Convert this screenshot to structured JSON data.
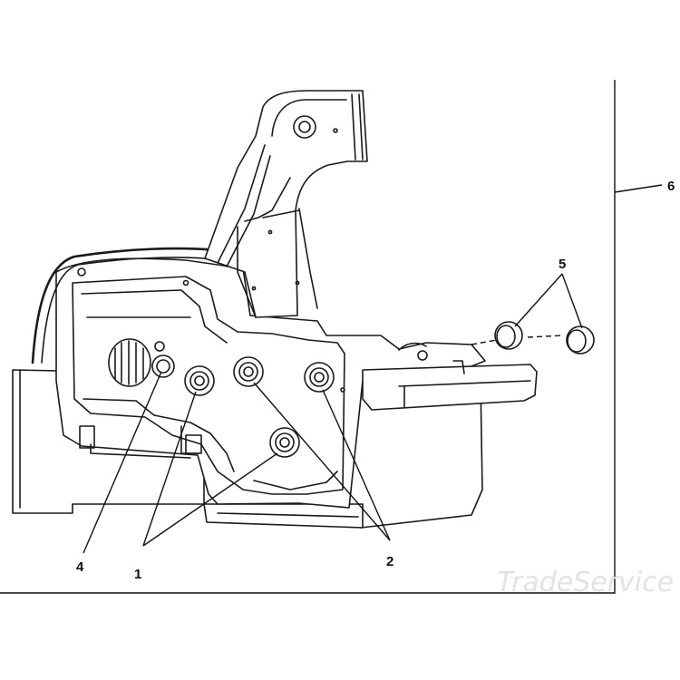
{
  "diagram": {
    "callouts": [
      {
        "id": "1",
        "label": "1"
      },
      {
        "id": "2",
        "label": "2"
      },
      {
        "id": "4",
        "label": "4"
      },
      {
        "id": "5",
        "label": "5"
      },
      {
        "id": "6",
        "label": "6"
      }
    ],
    "watermark": "TradeService"
  }
}
